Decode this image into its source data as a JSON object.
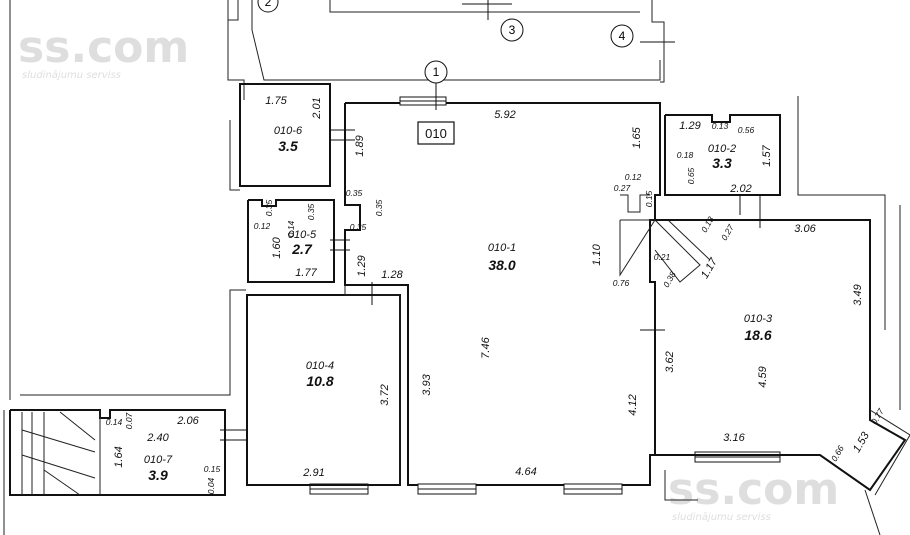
{
  "watermark": {
    "brand": "ss.com",
    "tagline": "sludinājumu serviss"
  },
  "apartment_code": "010",
  "markers": [
    "1",
    "2",
    "3",
    "4"
  ],
  "rooms": [
    {
      "id": "010-1",
      "area": "38.0"
    },
    {
      "id": "010-2",
      "area": "3.3"
    },
    {
      "id": "010-3",
      "area": "18.6"
    },
    {
      "id": "010-4",
      "area": "10.8"
    },
    {
      "id": "010-5",
      "area": "2.7"
    },
    {
      "id": "010-6",
      "area": "3.5"
    },
    {
      "id": "010-7",
      "area": "3.9"
    }
  ],
  "dimensions": {
    "r1_top": "5.92",
    "r1_right_upper": "1.65",
    "r1_left_upper": "1.89",
    "r1_n035a": "0.35",
    "r1_n035b": "0.35",
    "r1_n035c": "0.35",
    "r1_n012": "0.12",
    "r1_n027": "0.27",
    "r1_n015": "0.15",
    "r1_n110": "1.10",
    "r1_n076": "0.76",
    "r1_n021": "0.21",
    "r1_n038": "0.38",
    "r1_n117": "1.17",
    "r1_n013": "0.13",
    "r1_n027b": "0.27",
    "r1_mid": "7.46",
    "r1_left_lower": "3.93",
    "r1_right_lower": "4.12",
    "r1_bottom": "4.64",
    "r1_n129": "1.29",
    "r1_n128": "1.28",
    "r6_top": "1.75",
    "r6_side": "2.01",
    "r5_n035a": "0.35",
    "r5_n035b": "0.35",
    "r5_n012": "0.12",
    "r5_n014": "0.14",
    "r5_side": "1.60",
    "r5_bottom": "1.77",
    "r2_top": "1.29",
    "r2_n013": "0.13",
    "r2_n056": "0.56",
    "r2_n018": "0.18",
    "r2_n065": "0.65",
    "r2_side": "1.57",
    "r2_bottom": "2.02",
    "r3_top": "3.06",
    "r3_right": "3.49",
    "r3_left": "3.62",
    "r3_mid": "4.59",
    "r3_bottom": "3.16",
    "r3_n077": "0.77",
    "r3_n153": "1.53",
    "r3_n066": "0.66",
    "r4_side": "3.72",
    "r4_bottom": "2.91",
    "r7_n014": "0.14",
    "r7_n007": "0.07",
    "r7_top": "2.06",
    "r7_mid": "2.40",
    "r7_side": "1.64",
    "r7_n015": "0.15",
    "r7_n004": "0.04"
  }
}
